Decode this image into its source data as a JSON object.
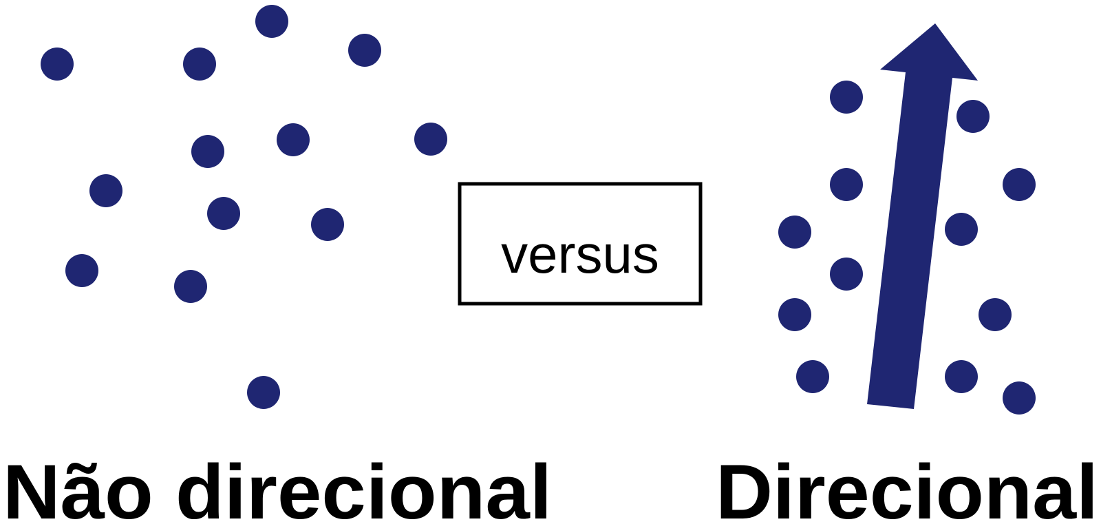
{
  "center": {
    "label": "versus"
  },
  "left": {
    "label": "Não direcional"
  },
  "right": {
    "label": "Direcional"
  },
  "colors": {
    "particle": "#1f2672",
    "text": "#000000",
    "background": "#ffffff"
  }
}
